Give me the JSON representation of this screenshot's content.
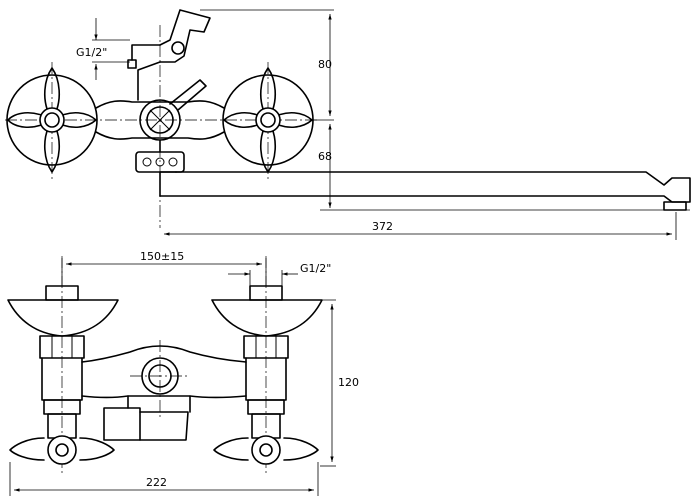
{
  "dimensions": {
    "thread_top": "G1/2\"",
    "height_top": "80",
    "spout_drop": "68",
    "spout_length": "372",
    "center_spacing": "150±15",
    "thread_bottom": "G1/2\"",
    "body_height": "120",
    "overall_width": "222"
  }
}
